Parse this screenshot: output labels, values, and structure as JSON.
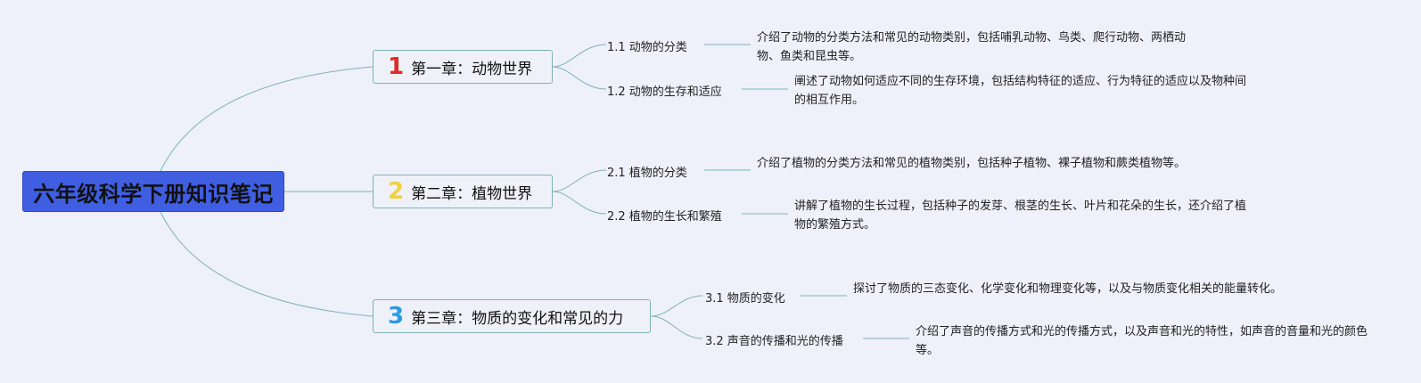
{
  "title": "六年级科学下册知识笔记",
  "colors": {
    "root_bg": "#3f5ee2",
    "chapter_border": "#7fb3b5",
    "connector": "#7fb3b5",
    "num1": "#e02b2b",
    "num2": "#f1d140",
    "num3": "#2b9be0"
  },
  "chapters": [
    {
      "num": "1",
      "title": "第一章：动物世界",
      "subs": [
        {
          "label": "1.1 动物的分类",
          "desc": "介绍了动物的分类方法和常见的动物类别，包括哺乳动物、鸟类、爬行动物、两栖动物、鱼类和昆虫等。"
        },
        {
          "label": "1.2 动物的生存和适应",
          "desc": "阐述了动物如何适应不同的生存环境，包括结构特征的适应、行为特征的适应以及物种间的相互作用。"
        }
      ]
    },
    {
      "num": "2",
      "title": "第二章：植物世界",
      "subs": [
        {
          "label": "2.1 植物的分类",
          "desc": "介绍了植物的分类方法和常见的植物类别，包括种子植物、裸子植物和蕨类植物等。"
        },
        {
          "label": "2.2 植物的生长和繁殖",
          "desc": "讲解了植物的生长过程，包括种子的发芽、根茎的生长、叶片和花朵的生长，还介绍了植物的繁殖方式。"
        }
      ]
    },
    {
      "num": "3",
      "title": "第三章：物质的变化和常见的力",
      "subs": [
        {
          "label": "3.1 物质的变化",
          "desc": "探讨了物质的三态变化、化学变化和物理变化等，以及与物质变化相关的能量转化。"
        },
        {
          "label": "3.2 声音的传播和光的传播",
          "desc": "介绍了声音的传播方式和光的传播方式，以及声音和光的特性，如声音的音量和光的颜色等。"
        }
      ]
    }
  ]
}
